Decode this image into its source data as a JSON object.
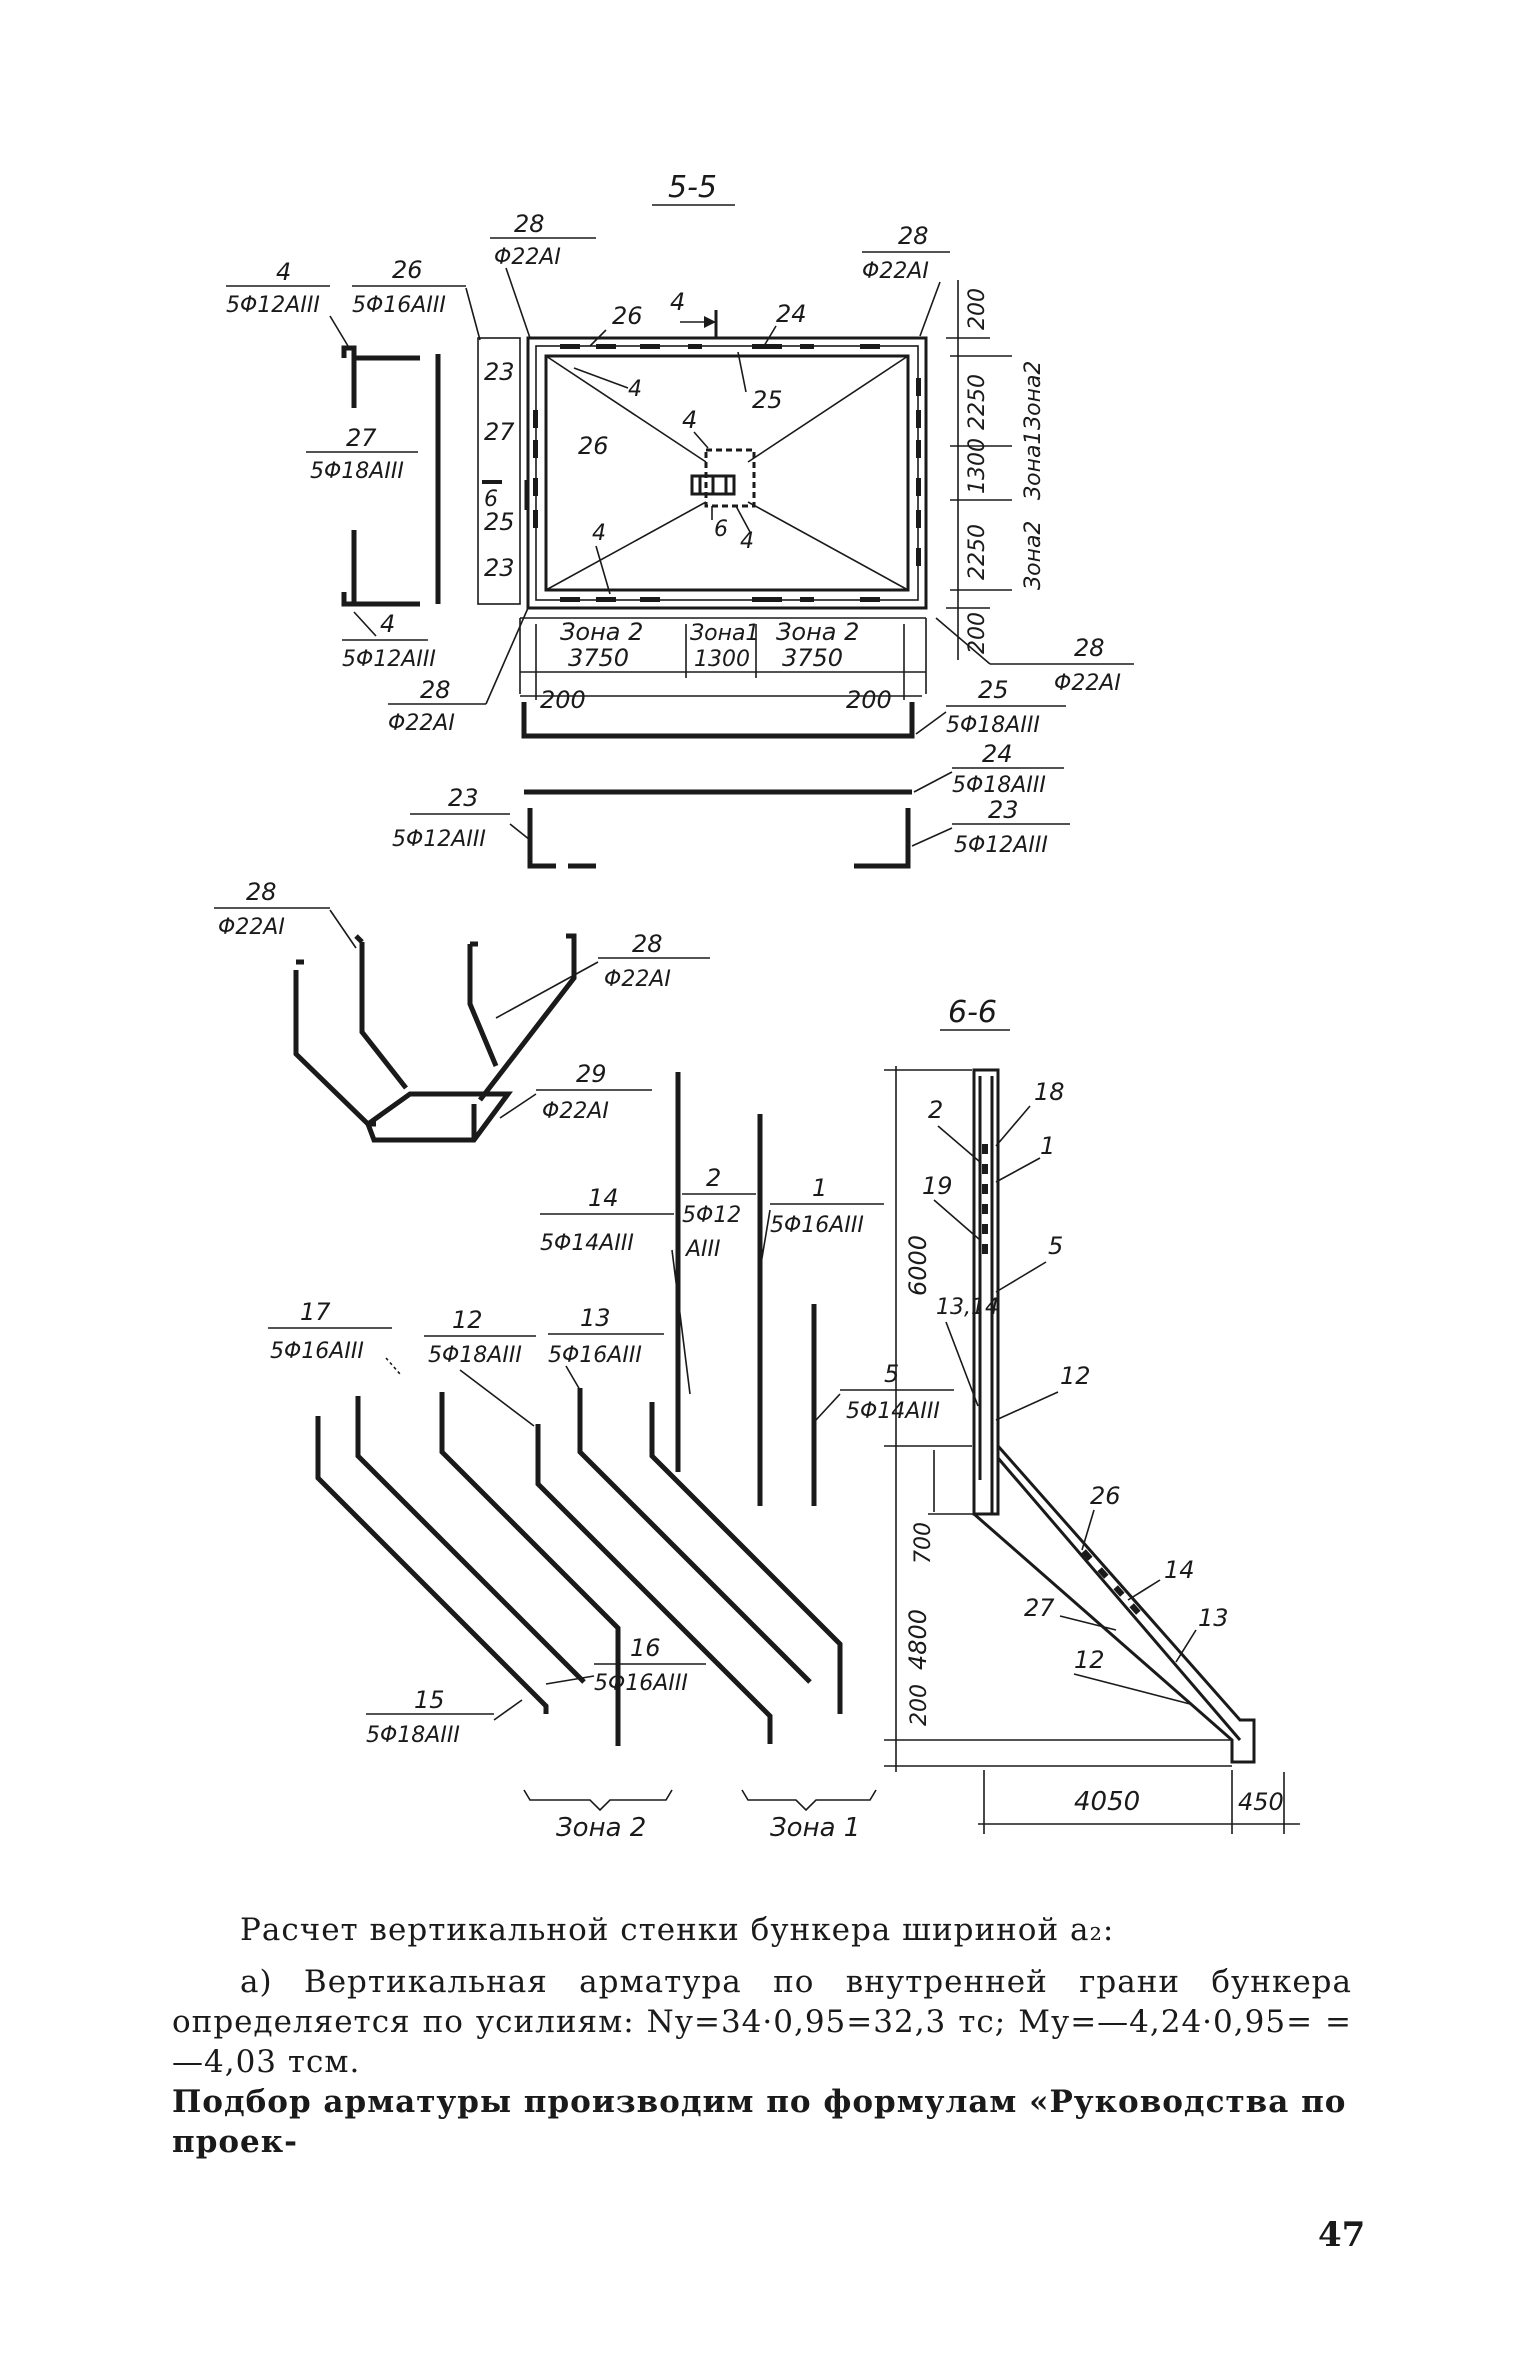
{
  "section_55": {
    "title": "5-5",
    "bars_top": [
      {
        "pos": "28",
        "spec": "Φ22AI"
      },
      {
        "pos": "28",
        "spec": "Φ22AI"
      },
      {
        "pos": "4",
        "spec": "5Φ12AIII"
      },
      {
        "pos": "26",
        "spec": "5Φ16AIII"
      },
      {
        "pos": "27",
        "spec": "5Φ18AIII"
      },
      {
        "pos": "4",
        "spec": "5Φ12AIII"
      },
      {
        "pos": "28",
        "spec": "Φ22AI"
      },
      {
        "pos": "28",
        "spec": "Φ22AI"
      },
      {
        "pos": "25",
        "spec": "5Φ18AIII"
      },
      {
        "pos": "24",
        "spec": "5Φ18AIII"
      },
      {
        "pos": "23",
        "spec": "5Φ12AIII"
      },
      {
        "pos": "23",
        "spec": "5Φ12AIII"
      }
    ],
    "plan_labels": [
      "26",
      "4",
      "24",
      "4",
      "25",
      "26",
      "4",
      "4",
      "6",
      "23",
      "27",
      "6",
      "25",
      "23"
    ],
    "cut_label": "4",
    "zones_h": [
      {
        "zone": "Зона 2",
        "dim": "3750"
      },
      {
        "zone": "Зона1",
        "dim": "1300"
      },
      {
        "zone": "Зона 2",
        "dim": "3750"
      }
    ],
    "edge_dims": [
      "200",
      "200"
    ],
    "zones_v_dims": [
      "200",
      "2250",
      "1300",
      "2250",
      "200"
    ],
    "zones_v_labels": [
      "Зона2",
      "Зона1",
      "Зона2"
    ]
  },
  "stirrups": [
    {
      "pos": "28",
      "spec": "Φ22AI"
    },
    {
      "pos": "28",
      "spec": "Φ22AI"
    },
    {
      "pos": "29",
      "spec": "Φ22AI"
    }
  ],
  "bars_bottom": [
    {
      "pos": "14",
      "spec": "5Φ14AIII"
    },
    {
      "pos": "2",
      "spec": "5Φ12",
      "spec2": "AIII"
    },
    {
      "pos": "1",
      "spec": "5Φ16AIII"
    },
    {
      "pos": "17",
      "spec": "5Φ16AIII"
    },
    {
      "pos": "12",
      "spec": "5Φ18AIII"
    },
    {
      "pos": "13",
      "spec": "5Φ16AIII"
    },
    {
      "pos": "5",
      "spec": "5Φ14AIII"
    },
    {
      "pos": "16",
      "spec": "5Φ16AIII"
    },
    {
      "pos": "15",
      "spec": "5Φ18AIII"
    }
  ],
  "zones_bottom": [
    "Зона 2",
    "Зона 1"
  ],
  "section_66": {
    "title": "6-6",
    "labels": [
      "18",
      "2",
      "1",
      "19",
      "5",
      "13,14",
      "12",
      "26",
      "14",
      "27",
      "13",
      "12"
    ],
    "dims": [
      "6000",
      "700",
      "4800",
      "200",
      "4050",
      "450"
    ]
  },
  "text": {
    "p1": "Расчет вертикальной стенки бункера шириной a₂:",
    "p2": "а) Вертикальная арматура по внутренней грани бункера определяется по усилиям: Nу=34·0,95=32,3 тс; Mу=—4,24·0,95= =—4,03 тсм.",
    "p3": "Подбор арматуры производим по формулам «Руководства по проек-"
  },
  "page_number": "47"
}
